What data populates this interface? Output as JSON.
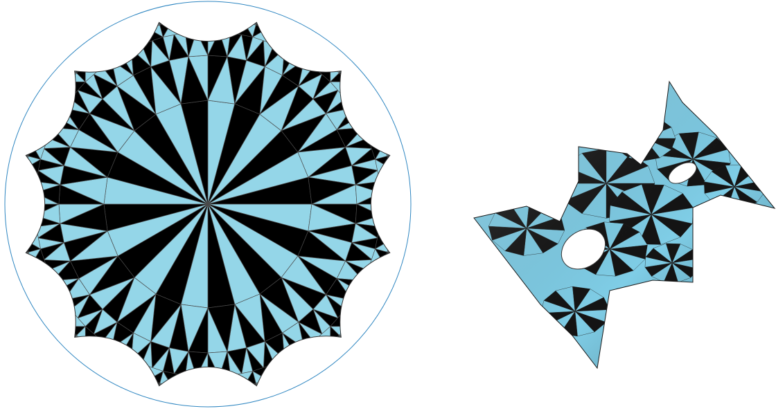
{
  "figure": {
    "panels": [
      {
        "name": "poincare-disk-tiling",
        "kind": "hyperbolic tiling in Poincaré disk"
      },
      {
        "name": "minimal-surface-render",
        "kind": "3D triply periodic surface patch"
      }
    ],
    "colors": {
      "light_tile": "#94d6e8",
      "dark_tile": "#000000",
      "disk_boundary": "#2e86c1",
      "surface_light": "#7fcde6",
      "surface_dark": "#141414",
      "background": "#ffffff"
    },
    "tiling": {
      "rotational_symmetry": 12,
      "triangles_per_ring": 24,
      "alternating_colors": true
    }
  }
}
